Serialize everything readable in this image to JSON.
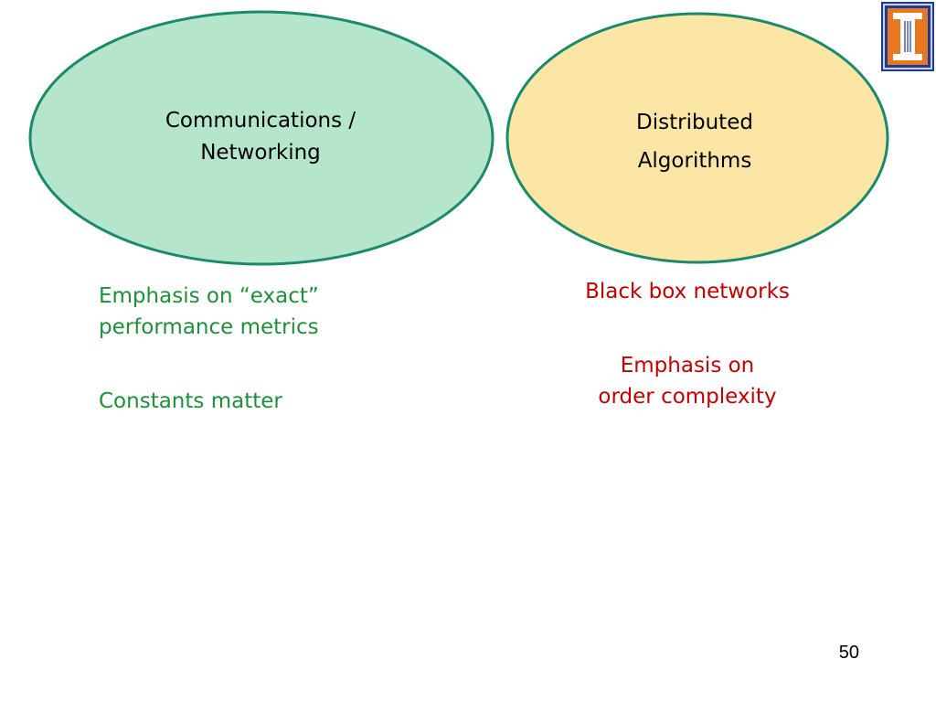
{
  "diagram": {
    "ellipses": [
      {
        "id": "communications-networking",
        "lines": [
          "Communications /",
          "Networking"
        ],
        "fill": "#b5e6cc",
        "stroke": "#1a8a6a"
      },
      {
        "id": "distributed-algorithms",
        "lines": [
          "Distributed",
          "Algorithms"
        ],
        "fill": "#fce6a6",
        "stroke": "#1a8a6a"
      }
    ]
  },
  "notes": {
    "left": [
      {
        "lines": [
          "Emphasis on “exact”",
          "performance metrics"
        ]
      },
      {
        "lines": [
          "Constants matter"
        ]
      }
    ],
    "right": [
      {
        "lines": [
          "Black box networks"
        ]
      },
      {
        "lines": [
          "Emphasis on",
          "order complexity"
        ]
      }
    ],
    "left_color": "#1f8f3a",
    "right_color": "#c00000"
  },
  "footer": {
    "page_number": "50"
  },
  "logo": {
    "icon": "university-column-logo",
    "bg": "#1f3a93",
    "accent": "#e87722"
  }
}
